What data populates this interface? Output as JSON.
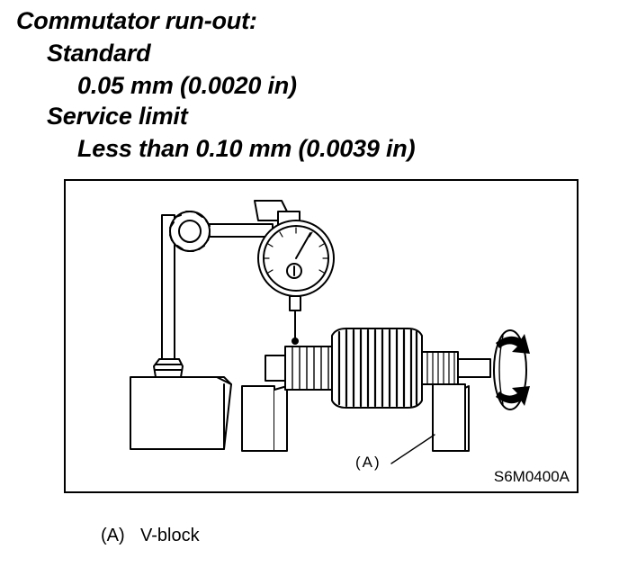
{
  "spec": {
    "heading": "Commutator run-out:",
    "standard_label": "Standard",
    "standard_value": "0.05 mm (0.0020 in)",
    "limit_label": "Service limit",
    "limit_value": "Less than 0.10 mm (0.0039 in)"
  },
  "figure": {
    "callout": "(A)",
    "code": "S6M0400A"
  },
  "legend": {
    "key": "(A)",
    "text": "V-block"
  }
}
